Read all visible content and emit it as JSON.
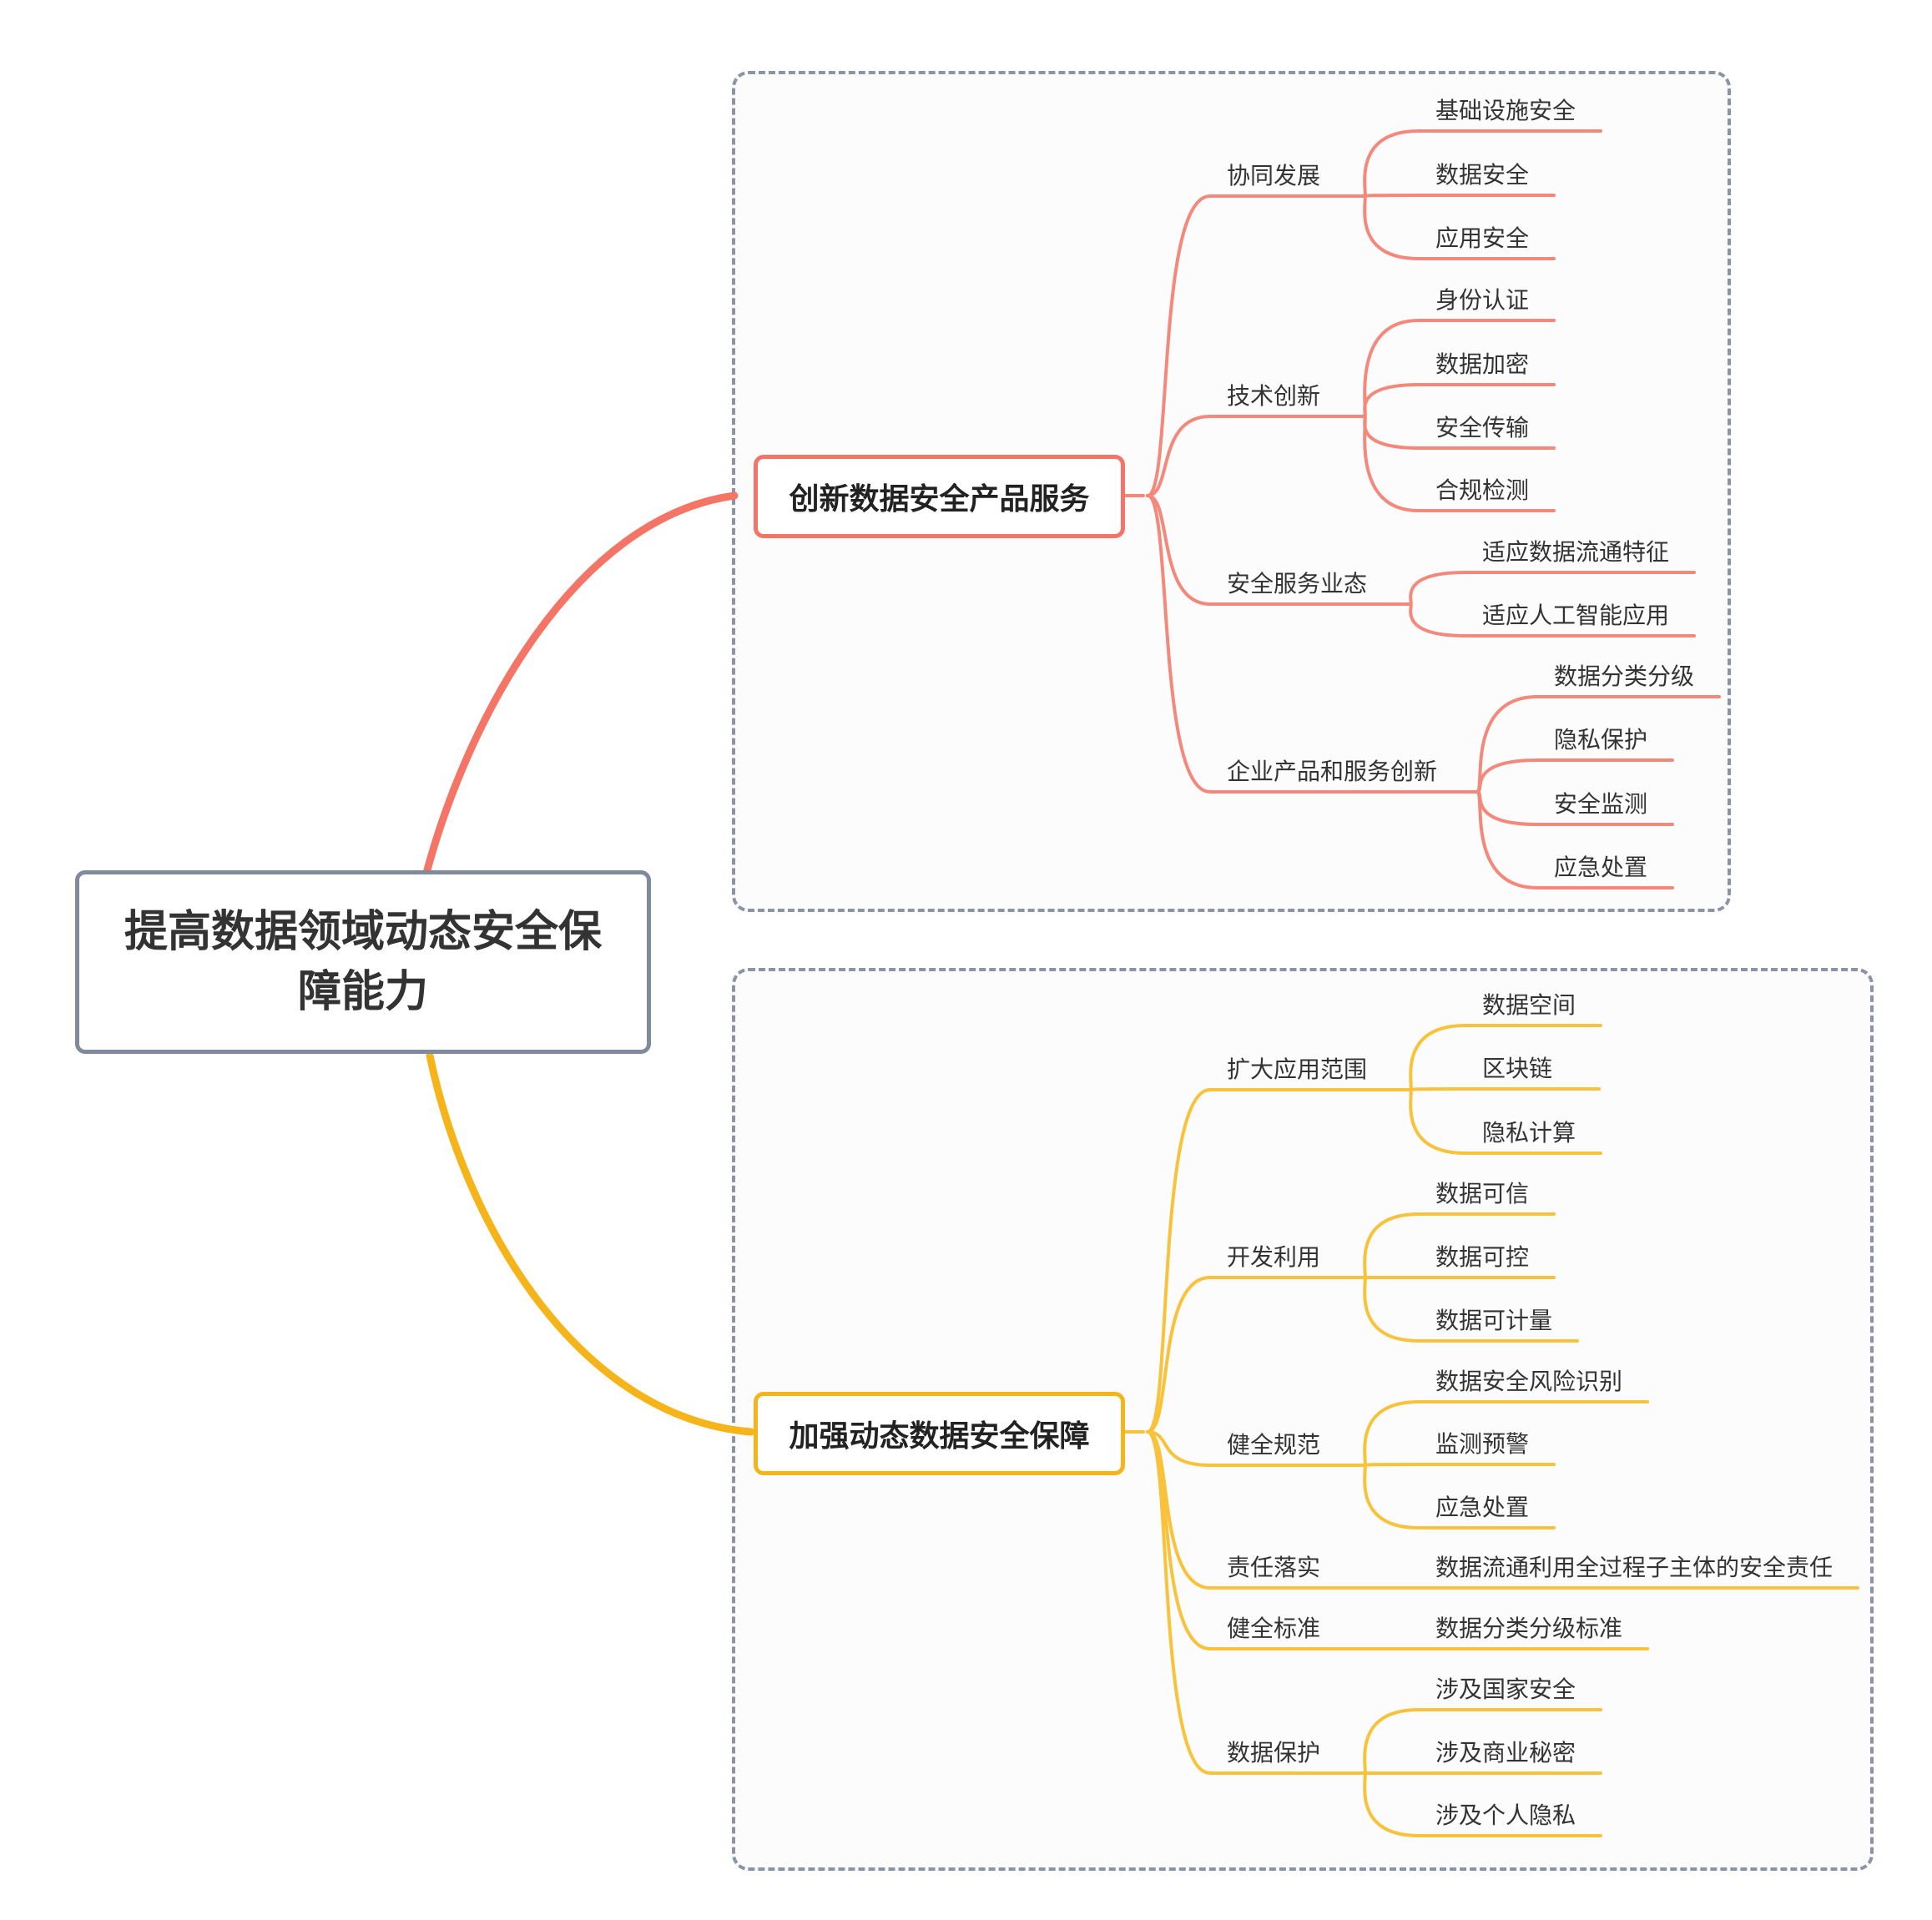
{
  "root": {
    "title": "提高数据领域动态安全保障能力",
    "color": "#7f8a9d"
  },
  "branches": [
    {
      "label": "创新数据安全产品服务",
      "color": "#f47466",
      "line_color": "#f4887b",
      "children": [
        {
          "label": "协同发展",
          "children": [
            "基础设施安全",
            "数据安全",
            "应用安全"
          ]
        },
        {
          "label": "技术创新",
          "children": [
            "身份认证",
            "数据加密",
            "安全传输",
            "合规检测"
          ]
        },
        {
          "label": "安全服务业态",
          "children": [
            "适应数据流通特征",
            "适应人工智能应用"
          ]
        },
        {
          "label": "企业产品和服务创新",
          "children": [
            "数据分类分级",
            "隐私保护",
            "安全监测",
            "应急处置"
          ]
        }
      ]
    },
    {
      "label": "加强动态数据安全保障",
      "color": "#f5b41a",
      "line_color": "#f8c23a",
      "children": [
        {
          "label": "扩大应用范围",
          "children": [
            "数据空间",
            "区块链",
            "隐私计算"
          ]
        },
        {
          "label": "开发利用",
          "children": [
            "数据可信",
            "数据可控",
            "数据可计量"
          ]
        },
        {
          "label": "健全规范",
          "children": [
            "数据安全风险识别",
            "监测预警",
            "应急处置"
          ]
        },
        {
          "label": "责任落实",
          "children": [
            "数据流通利用全过程子主体的安全责任"
          ]
        },
        {
          "label": "健全标准",
          "children": [
            "数据分类分级标准"
          ]
        },
        {
          "label": "数据保护",
          "children": [
            "涉及国家安全",
            "涉及商业秘密",
            "涉及个人隐私"
          ]
        }
      ]
    }
  ]
}
